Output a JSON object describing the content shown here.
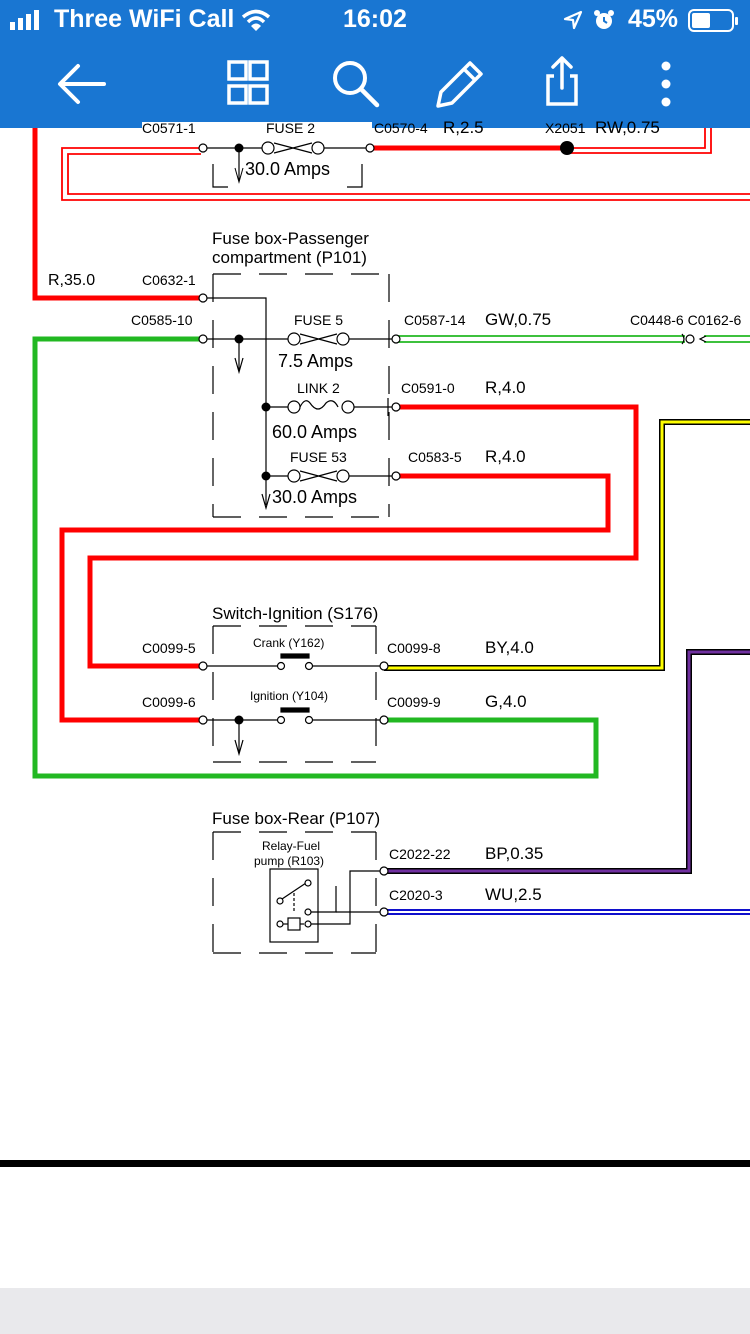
{
  "status_bar": {
    "carrier": "Three WiFi Call",
    "time": "16:02",
    "battery": "45%"
  },
  "toolbar": {
    "icons": [
      "back-arrow-icon",
      "grid-icon",
      "search-icon",
      "pencil-icon",
      "share-icon",
      "more-icon"
    ]
  },
  "colors": {
    "toolbar": "#1976d2",
    "red_wire": "#ff0000",
    "green_wire": "#22b822",
    "yellow_wire": "#ffff00",
    "purple_wire": "#7030a0",
    "blue_wire": "#1010cc"
  },
  "diagram": {
    "top": {
      "conn_left": "C0571-1",
      "fuse": "FUSE 2",
      "conn_right": "C0570-4",
      "wire_right": "R,2.5",
      "splice": "X2051",
      "wire_far": "RW,0.75",
      "amps": "30.0 Amps"
    },
    "passenger_box": {
      "title_line1": "Fuse box-Passenger",
      "title_line2": "compartment (P101)",
      "feed_wire": "R,35.0",
      "feed_conn": "C0632-1",
      "ground_conn": "C0585-10",
      "fuse5": {
        "label": "FUSE 5",
        "amps": "7.5 Amps",
        "conn": "C0587-14",
        "wire": "GW,0.75",
        "far_conn": "C0448-6 C0162-6"
      },
      "link2": {
        "label": "LINK 2",
        "amps": "60.0 Amps",
        "conn": "C0591-0",
        "wire": "R,4.0"
      },
      "fuse53": {
        "label": "FUSE 53",
        "amps": "30.0 Amps",
        "conn": "C0583-5",
        "wire": "R,4.0"
      }
    },
    "ignition_switch": {
      "title": "Switch-Ignition (S176)",
      "crank_label": "Crank (Y162)",
      "ignition_label": "Ignition (Y104)",
      "conn_left_1": "C0099-5",
      "conn_right_1": "C0099-8",
      "wire_1": "BY,4.0",
      "conn_left_2": "C0099-6",
      "conn_right_2": "C0099-9",
      "wire_2": "G,4.0"
    },
    "rear_box": {
      "title": "Fuse box-Rear (P107)",
      "relay_line1": "Relay-Fuel",
      "relay_line2": "pump (R103)",
      "conn_1": "C2022-22",
      "wire_1": "BP,0.35",
      "conn_2": "C2020-3",
      "wire_2": "WU,2.5"
    }
  }
}
